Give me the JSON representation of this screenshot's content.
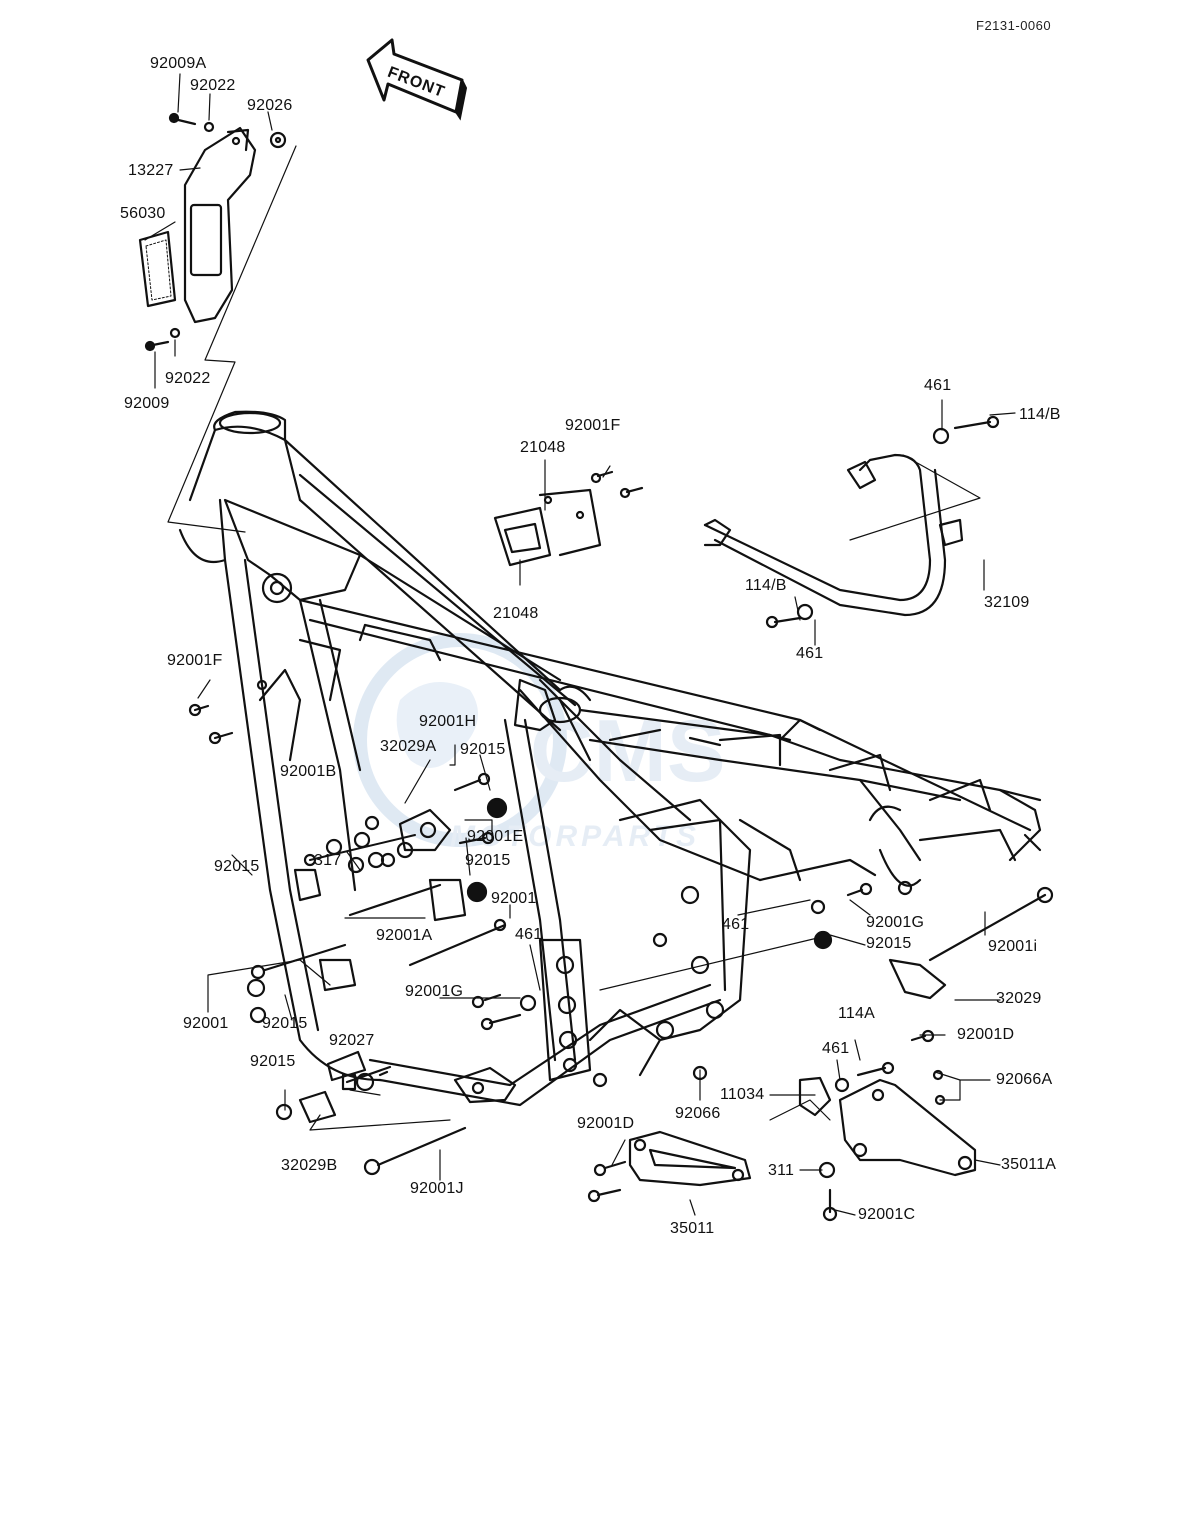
{
  "diagram": {
    "reference_code": "F2131-0060",
    "direction_label": "FRONT",
    "watermark": {
      "line1": "CMS",
      "line2": "MOTORPARTS"
    },
    "part_labels": [
      {
        "id": "92009A",
        "text": "92009A"
      },
      {
        "id": "92022-top",
        "text": "92022"
      },
      {
        "id": "92026",
        "text": "92026"
      },
      {
        "id": "13227",
        "text": "13227"
      },
      {
        "id": "56030",
        "text": "56030"
      },
      {
        "id": "92022-bottom",
        "text": "92022"
      },
      {
        "id": "92009",
        "text": "92009"
      },
      {
        "id": "92001F-top",
        "text": "92001F"
      },
      {
        "id": "21048-top",
        "text": "21048"
      },
      {
        "id": "21048-bottom",
        "text": "21048"
      },
      {
        "id": "461-top",
        "text": "461"
      },
      {
        "id": "114B-top",
        "text": "114/B"
      },
      {
        "id": "32109",
        "text": "32109"
      },
      {
        "id": "114B-mid",
        "text": "114/B"
      },
      {
        "id": "461-mid",
        "text": "461"
      },
      {
        "id": "92001F-left",
        "text": "92001F"
      },
      {
        "id": "92001H",
        "text": "92001H"
      },
      {
        "id": "32029A",
        "text": "32029A"
      },
      {
        "id": "92015-a",
        "text": "92015"
      },
      {
        "id": "92001B",
        "text": "92001B"
      },
      {
        "id": "92001E",
        "text": "92001E"
      },
      {
        "id": "92015-b",
        "text": "92015"
      },
      {
        "id": "317",
        "text": "317"
      },
      {
        "id": "92015-c",
        "text": "92015"
      },
      {
        "id": "92001-mid",
        "text": "92001"
      },
      {
        "id": "92001A",
        "text": "92001A"
      },
      {
        "id": "461-c",
        "text": "461"
      },
      {
        "id": "461-d",
        "text": "461"
      },
      {
        "id": "92001G-right",
        "text": "92001G"
      },
      {
        "id": "92015-d",
        "text": "92015"
      },
      {
        "id": "92001i",
        "text": "92001i"
      },
      {
        "id": "92001G-left",
        "text": "92001G"
      },
      {
        "id": "92001-left",
        "text": "92001"
      },
      {
        "id": "92015-e",
        "text": "92015"
      },
      {
        "id": "32029",
        "text": "32029"
      },
      {
        "id": "114A",
        "text": "114A"
      },
      {
        "id": "92001D-right",
        "text": "92001D"
      },
      {
        "id": "92027",
        "text": "92027"
      },
      {
        "id": "92015-f",
        "text": "92015"
      },
      {
        "id": "461-e",
        "text": "461"
      },
      {
        "id": "92066A",
        "text": "92066A"
      },
      {
        "id": "11034",
        "text": "11034"
      },
      {
        "id": "92066",
        "text": "92066"
      },
      {
        "id": "92001D-left",
        "text": "92001D"
      },
      {
        "id": "32029B",
        "text": "32029B"
      },
      {
        "id": "311",
        "text": "311"
      },
      {
        "id": "35011A",
        "text": "35011A"
      },
      {
        "id": "92001J",
        "text": "92001J"
      },
      {
        "id": "92001C",
        "text": "92001C"
      },
      {
        "id": "35011",
        "text": "35011"
      }
    ]
  }
}
